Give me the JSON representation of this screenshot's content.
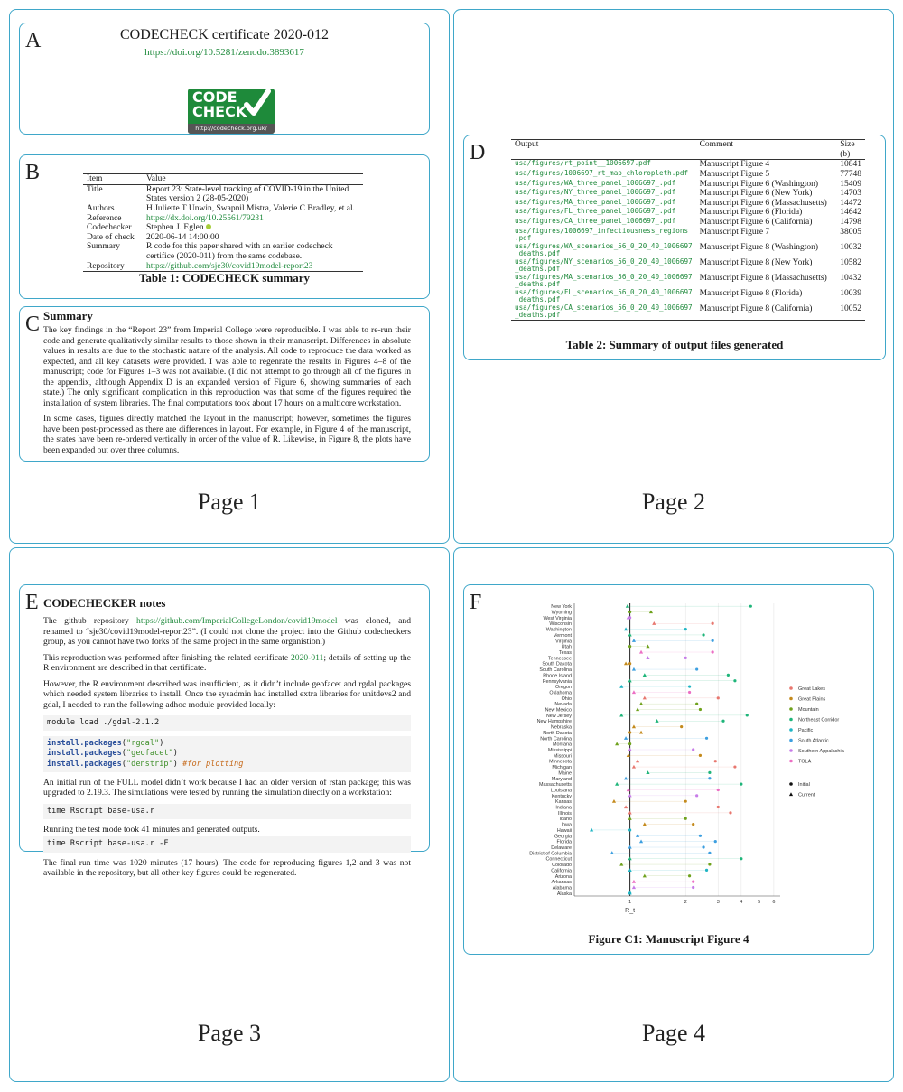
{
  "pages": [
    "Page 1",
    "Page 2",
    "Page 3",
    "Page 4"
  ],
  "panelA": {
    "letter": "A",
    "title": "CODECHECK certificate 2020-012",
    "doi": "https://doi.org/10.5281/zenodo.3893617",
    "logo_line1": "CODE",
    "logo_line2": "CHECK",
    "logo_url": "http://codecheck.org.uk/"
  },
  "panelB": {
    "letter": "B",
    "headers": [
      "Item",
      "Value"
    ],
    "rows": [
      {
        "item": "Title",
        "value": "Report 23: State-level tracking of COVID-19 in the United States version 2 (28-05-2020)"
      },
      {
        "item": "Authors",
        "value": "H Juliette T Unwin, Swapnil Mistra, Valerie C Bradley, et al."
      },
      {
        "item": "Reference",
        "value": "https://dx.doi.org/10.25561/79231"
      },
      {
        "item": "Codechecker",
        "value": "Stephen J. Eglen"
      },
      {
        "item": "Date of check",
        "value": "2020-06-14 14:00:00"
      },
      {
        "item": "Summary",
        "value": "R code for this paper shared with an earlier codecheck certifice (2020-011) from the same codebase."
      },
      {
        "item": "Repository",
        "value": "https://github.com/sje30/covid19model-report23"
      }
    ],
    "caption": "Table 1: CODECHECK summary"
  },
  "panelC": {
    "letter": "C",
    "heading": "Summary",
    "p1": "The key findings in the “Report 23” from Imperial College were reproducible. I was able to re-run their code and generate qualitatively similar results to those shown in their manuscript. Differences in absolute values in results are due to the stochastic nature of the analysis. All code to reproduce the data worked as expected, and all key datasets were provided. I was able to regenrate the results in Figures 4–8 of the manuscript; code for Figures 1–3 was not available. (I did not attempt to go through all of the figures in the appendix, although Appendix D is an expanded version of Figure 6, showing summaries of each state.) The only significant complication in this reproduction was that some of the figures required the installation of system libraries. The final computations took about 17 hours on a multicore workstation.",
    "p2": "In some cases, figures directly matched the layout in the manuscript; however, sometimes the figures have been post-processed as there are differences in layout. For example, in Figure 4 of the manuscript, the states have been re-ordered vertically in order of the value of R. Likewise, in Figure 8, the plots have been expanded out over three columns."
  },
  "panelD": {
    "letter": "D",
    "headers": [
      "Output",
      "Comment",
      "Size"
    ],
    "size_unit": "(b)",
    "rows": [
      {
        "file": "usa/figures/rt_point__1006697.pdf",
        "comment": "Manuscript Figure 4",
        "size": "10841"
      },
      {
        "file": "usa/figures/1006697_rt_map_chloropleth.pdf",
        "comment": "Manuscript Figure 5",
        "size": "77748"
      },
      {
        "file": "usa/figures/WA_three_panel_1006697_.pdf",
        "comment": "Manuscript Figure 6 (Washington)",
        "size": "15409"
      },
      {
        "file": "usa/figures/NY_three_panel_1006697_.pdf",
        "comment": "Manuscript Figure 6 (New York)",
        "size": "14703"
      },
      {
        "file": "usa/figures/MA_three_panel_1006697_.pdf",
        "comment": "Manuscript Figure 6 (Massachusetts)",
        "size": "14472"
      },
      {
        "file": "usa/figures/FL_three_panel_1006697_.pdf",
        "comment": "Manuscript Figure 6 (Florida)",
        "size": "14642"
      },
      {
        "file": "usa/figures/CA_three_panel_1006697_.pdf",
        "comment": "Manuscript Figure 6 (California)",
        "size": "14798"
      },
      {
        "file": "usa/figures/1006697_infectiousness_regions\n.pdf",
        "comment": "Manuscript Figure 7",
        "size": "38005"
      },
      {
        "file": "usa/figures/WA_scenarios_56_0_20_40_1006697\n_deaths.pdf",
        "comment": "Manuscript Figure 8 (Washington)",
        "size": "10032"
      },
      {
        "file": "usa/figures/NY_scenarios_56_0_20_40_1006697\n_deaths.pdf",
        "comment": "Manuscript Figure 8 (New York)",
        "size": "10582"
      },
      {
        "file": "usa/figures/MA_scenarios_56_0_20_40_1006697\n_deaths.pdf",
        "comment": "Manuscript Figure 8 (Massachusetts)",
        "size": "10432"
      },
      {
        "file": "usa/figures/FL_scenarios_56_0_20_40_1006697\n_deaths.pdf",
        "comment": "Manuscript Figure 8 (Florida)",
        "size": "10039"
      },
      {
        "file": "usa/figures/CA_scenarios_56_0_20_40_1006697\n_deaths.pdf",
        "comment": "Manuscript Figure 8 (California)",
        "size": "10052"
      }
    ],
    "caption": "Table 2: Summary of output files generated"
  },
  "panelE": {
    "letter": "E",
    "heading": "CODECHECKER notes",
    "p1_pre": "The github repository ",
    "p1_link": "https://github.com/ImperialCollegeLondon/covid19model",
    "p1_post": " was cloned, and renamed to “sje30/covid19model-report23”. (I could not clone the project into the Github codecheckers group, as you cannot have two forks of the same project in the same organistion.)",
    "p2_pre": "This reproduction was performed after finishing the related certificate ",
    "p2_link": "2020-011",
    "p2_post": "; details of setting up the R environment are described in that certificate.",
    "p3": "However, the R environment described was insufficient, as it didn’t include geofacet and rgdal packages which needed system libraries to install. Once the sysadmin had installed extra libraries for unitdevs2 and gdal, I needed to run the following adhoc module provided locally:",
    "code1": "module load ./gdal-2.1.2",
    "code2": [
      {
        "fn": "install.packages",
        "arg": "\"rgdal\"",
        "comment": ""
      },
      {
        "fn": "install.packages",
        "arg": "\"geofacet\"",
        "comment": ""
      },
      {
        "fn": "install.packages",
        "arg": "\"denstrip\"",
        "comment": "#for plotting"
      }
    ],
    "p4": "An initial run of the FULL model didn’t work because I had an older version of rstan package; this was upgraded to 2.19.3. The simulations were tested by running the simulation directly on a workstation:",
    "code3": "time Rscript base-usa.r",
    "p5": "Running the test mode took 41 minutes and generated outputs.",
    "code4": "time Rscript base-usa.r -F",
    "p6": "The final run time was 1020 minutes (17 hours). The code for reproducing figures 1,2 and 3 was not available in the repository, but all other key figures could be regenerated."
  },
  "panelF": {
    "letter": "F",
    "caption": "Figure C1: Manuscript Figure 4"
  },
  "colors": {
    "Great Lakes": "#e8776f",
    "Great Plains": "#c48a1c",
    "Mountain": "#6fa21d",
    "Northeast Corridor": "#1fb57a",
    "Pacific": "#1fb5c4",
    "South Atlantic": "#3d9fe0",
    "Southern Appalachia": "#c77ce8",
    "TOLA": "#ec6fc4"
  },
  "chart_data": {
    "type": "scatter",
    "title": "",
    "xlabel": "R_t",
    "ylabel": "",
    "x_scale": "log",
    "xlim": [
      0.5,
      6.5
    ],
    "xticks": [
      1,
      2,
      3,
      4,
      5,
      6
    ],
    "legend_position": "right",
    "region_legend": [
      "Great Lakes",
      "Great Plains",
      "Mountain",
      "Northeast Corridor",
      "Pacific",
      "South Atlantic",
      "Southern Appalachia",
      "TOLA"
    ],
    "shape_legend": [
      "Initial",
      "Current"
    ],
    "states": [
      {
        "name": "New York",
        "region": "Northeast Corridor",
        "initial": 4.5,
        "current": 0.97
      },
      {
        "name": "Wyoming",
        "region": "Mountain",
        "initial": 1.0,
        "current": 1.3
      },
      {
        "name": "West Virginia",
        "region": "Southern Appalachia",
        "initial": 1.0,
        "current": 0.98
      },
      {
        "name": "Wisconsin",
        "region": "Great Lakes",
        "initial": 2.8,
        "current": 1.35
      },
      {
        "name": "Washington",
        "region": "Pacific",
        "initial": 2.0,
        "current": 0.95
      },
      {
        "name": "Vermont",
        "region": "Northeast Corridor",
        "initial": 2.5,
        "current": 1.0
      },
      {
        "name": "Virginia",
        "region": "South Atlantic",
        "initial": 2.8,
        "current": 1.05
      },
      {
        "name": "Utah",
        "region": "Mountain",
        "initial": 1.0,
        "current": 1.25
      },
      {
        "name": "Texas",
        "region": "TOLA",
        "initial": 2.8,
        "current": 1.15
      },
      {
        "name": "Tennessee",
        "region": "Southern Appalachia",
        "initial": 2.0,
        "current": 1.25
      },
      {
        "name": "South Dakota",
        "region": "Great Plains",
        "initial": 1.0,
        "current": 0.95
      },
      {
        "name": "South Carolina",
        "region": "South Atlantic",
        "initial": 2.3,
        "current": 1.05
      },
      {
        "name": "Rhode Island",
        "region": "Northeast Corridor",
        "initial": 3.4,
        "current": 1.2
      },
      {
        "name": "Pennsylvania",
        "region": "Northeast Corridor",
        "initial": 3.7,
        "current": 1.0
      },
      {
        "name": "Oregon",
        "region": "Pacific",
        "initial": 2.1,
        "current": 0.9
      },
      {
        "name": "Oklahoma",
        "region": "TOLA",
        "initial": 2.1,
        "current": 1.05
      },
      {
        "name": "Ohio",
        "region": "Great Lakes",
        "initial": 3.0,
        "current": 1.2
      },
      {
        "name": "Nevada",
        "region": "Mountain",
        "initial": 2.3,
        "current": 1.15
      },
      {
        "name": "New Mexico",
        "region": "Mountain",
        "initial": 2.4,
        "current": 1.1
      },
      {
        "name": "New Jersey",
        "region": "Northeast Corridor",
        "initial": 4.3,
        "current": 0.9
      },
      {
        "name": "New Hampshire",
        "region": "Northeast Corridor",
        "initial": 3.2,
        "current": 1.4
      },
      {
        "name": "Nebraska",
        "region": "Great Plains",
        "initial": 1.9,
        "current": 1.05
      },
      {
        "name": "North Dakota",
        "region": "Great Plains",
        "initial": 1.0,
        "current": 1.15
      },
      {
        "name": "North Carolina",
        "region": "South Atlantic",
        "initial": 2.6,
        "current": 0.95
      },
      {
        "name": "Montana",
        "region": "Mountain",
        "initial": 1.0,
        "current": 0.85
      },
      {
        "name": "Mississippi",
        "region": "Southern Appalachia",
        "initial": 2.2,
        "current": 1.0
      },
      {
        "name": "Missouri",
        "region": "Great Plains",
        "initial": 2.4,
        "current": 0.98
      },
      {
        "name": "Minnesota",
        "region": "Great Lakes",
        "initial": 2.9,
        "current": 1.1
      },
      {
        "name": "Michigan",
        "region": "Great Lakes",
        "initial": 3.7,
        "current": 1.05
      },
      {
        "name": "Maine",
        "region": "Northeast Corridor",
        "initial": 2.7,
        "current": 1.25
      },
      {
        "name": "Maryland",
        "region": "South Atlantic",
        "initial": 2.7,
        "current": 0.95
      },
      {
        "name": "Massachusetts",
        "region": "Northeast Corridor",
        "initial": 4.0,
        "current": 0.85
      },
      {
        "name": "Louisiana",
        "region": "TOLA",
        "initial": 3.0,
        "current": 0.98
      },
      {
        "name": "Kentucky",
        "region": "Southern Appalachia",
        "initial": 2.3,
        "current": 1.0
      },
      {
        "name": "Kansas",
        "region": "Great Plains",
        "initial": 2.0,
        "current": 0.82
      },
      {
        "name": "Indiana",
        "region": "Great Lakes",
        "initial": 3.0,
        "current": 0.95
      },
      {
        "name": "Illinois",
        "region": "Great Lakes",
        "initial": 3.5,
        "current": 1.0
      },
      {
        "name": "Idaho",
        "region": "Mountain",
        "initial": 2.0,
        "current": 1.0
      },
      {
        "name": "Iowa",
        "region": "Great Plains",
        "initial": 2.2,
        "current": 1.2
      },
      {
        "name": "Hawaii",
        "region": "Pacific",
        "initial": 1.0,
        "current": 0.62
      },
      {
        "name": "Georgia",
        "region": "South Atlantic",
        "initial": 2.4,
        "current": 1.1
      },
      {
        "name": "Florida",
        "region": "South Atlantic",
        "initial": 2.9,
        "current": 1.15
      },
      {
        "name": "Delaware",
        "region": "South Atlantic",
        "initial": 2.5,
        "current": 1.0
      },
      {
        "name": "District of Columbia",
        "region": "South Atlantic",
        "initial": 2.7,
        "current": 0.8
      },
      {
        "name": "Connecticut",
        "region": "Northeast Corridor",
        "initial": 4.0,
        "current": 1.0
      },
      {
        "name": "Colorado",
        "region": "Mountain",
        "initial": 2.7,
        "current": 0.9
      },
      {
        "name": "California",
        "region": "Pacific",
        "initial": 2.6,
        "current": 1.0
      },
      {
        "name": "Arizona",
        "region": "Mountain",
        "initial": 2.1,
        "current": 1.2
      },
      {
        "name": "Arkansas",
        "region": "TOLA",
        "initial": 2.2,
        "current": 1.05
      },
      {
        "name": "Alabama",
        "region": "Southern Appalachia",
        "initial": 2.2,
        "current": 1.05
      },
      {
        "name": "Alaska",
        "region": "Pacific",
        "initial": 1.0,
        "current": 1.0
      }
    ]
  }
}
